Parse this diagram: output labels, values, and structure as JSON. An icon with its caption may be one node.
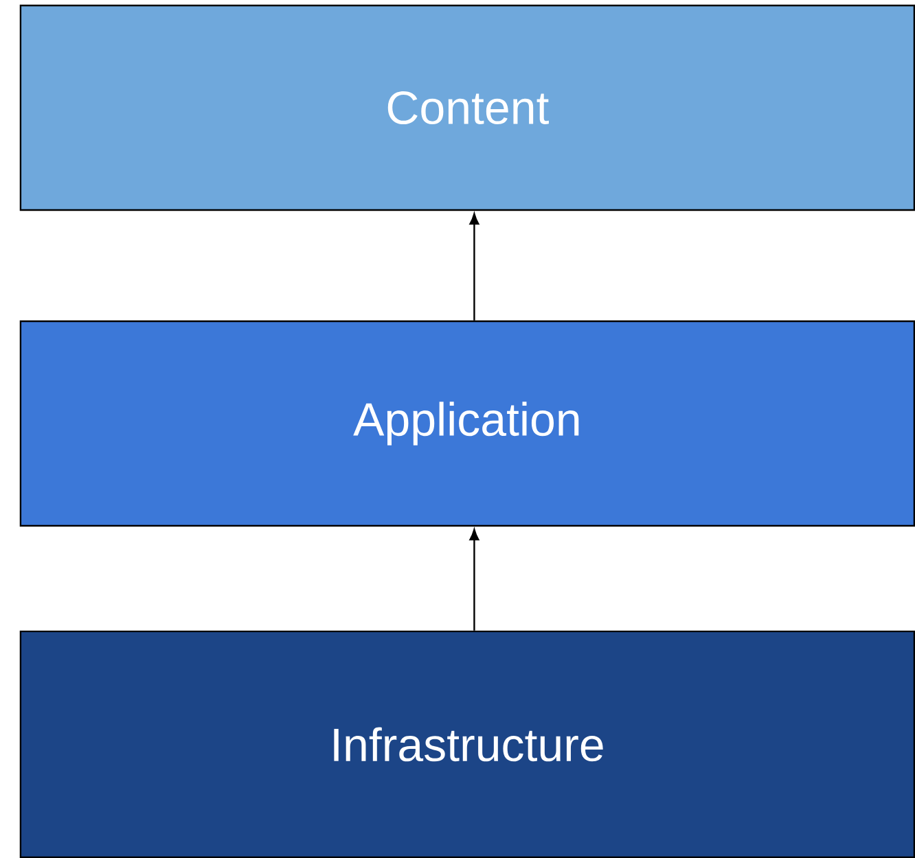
{
  "diagram": {
    "nodes": [
      {
        "text": [
          "Content"
        ]
      },
      {
        "text": [
          "Application"
        ]
      },
      {
        "text": [
          "Infrastructure"
        ]
      }
    ],
    "edges": [
      {
        "from": 1,
        "to": 0,
        "arrow": "to"
      },
      {
        "from": 2,
        "to": 1,
        "arrow": "to"
      }
    ]
  }
}
